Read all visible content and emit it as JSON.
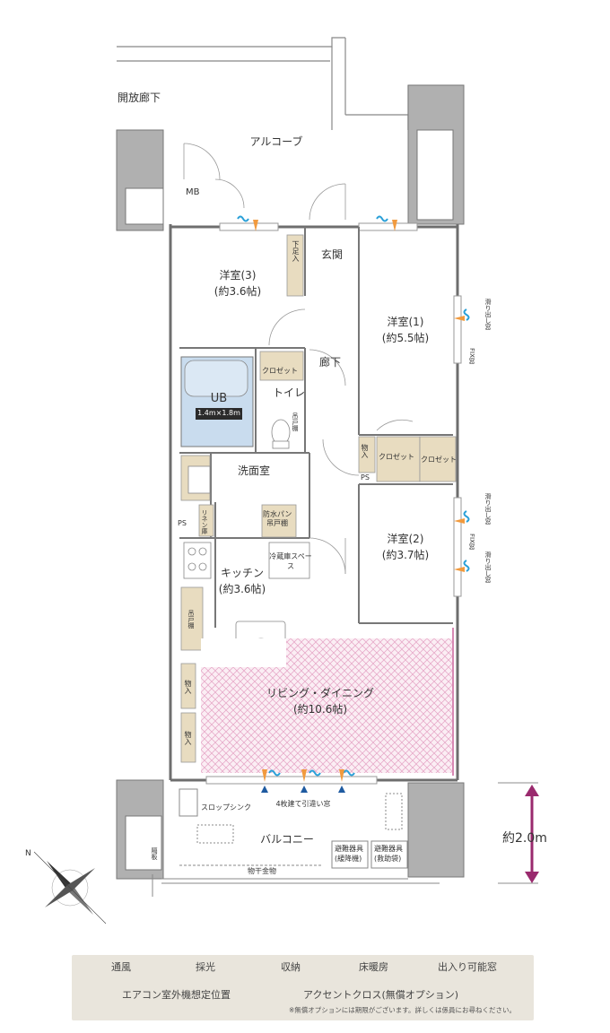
{
  "labels": {
    "open_corridor": "開放廊下",
    "alcove": "アルコーブ",
    "mb": "MB",
    "shoe_storage": "下足入",
    "entrance": "玄関",
    "corridor": "廊下",
    "closet": "クロゼット",
    "toilet": "トイレ",
    "hanging_shelf": "吊戸棚",
    "storage": "物入",
    "ps": "PS",
    "washroom": "洗面室",
    "linen": "リネン庫",
    "waterproof_pan": "防水パン",
    "fridge": "冷蔵庫スペース",
    "four_sliding_window": "4枚建て引違い窓",
    "slop_sink": "スロップシンク",
    "balcony": "バルコニー",
    "partition": "隔板",
    "laundry_hardware": "物干金物",
    "evac_1": "避難器具",
    "evac_1b": "(緩降機)",
    "evac_2": "避難器具",
    "evac_2b": "(救助袋)",
    "slide_window": "滑り出し窓",
    "fix_window": "FIX窓",
    "height_value": "約2.0m"
  },
  "rooms": {
    "western3": {
      "name": "洋室(3)",
      "size": "(約3.6帖)"
    },
    "western1": {
      "name": "洋室(1)",
      "size": "(約5.5帖)"
    },
    "western2": {
      "name": "洋室(2)",
      "size": "(約3.7帖)"
    },
    "ub": {
      "name": "UB",
      "size": "1.4m×1.8m"
    },
    "kitchen": {
      "name": "キッチン",
      "size": "(約3.6帖)"
    },
    "living": {
      "name": "リビング・ダイニング",
      "size": "(約10.6帖)"
    }
  },
  "legend": {
    "ventilation": "通風",
    "daylight": "採光",
    "storage": "収納",
    "floor_heating": "床暖房",
    "accessible_window": "出入り可能窓",
    "ac_outdoor": "エアコン室外機想定位置",
    "accent_cloth": "アクセントクロス(無償オプション)",
    "note": "※無償オプションには期限がございます。詳しくは係員にお尋ねください。"
  },
  "colors": {
    "storage": "#e8dcc0",
    "ub_blue": "#c9dcee",
    "floor_heating": "#f4d4e2",
    "accent": "#d889b4",
    "arrow": "#9a2a6e",
    "vent": "#2aa0d8",
    "light": "#f19a3e",
    "legend_bg": "#e9e5dc",
    "wall": "#6e6e6e"
  }
}
